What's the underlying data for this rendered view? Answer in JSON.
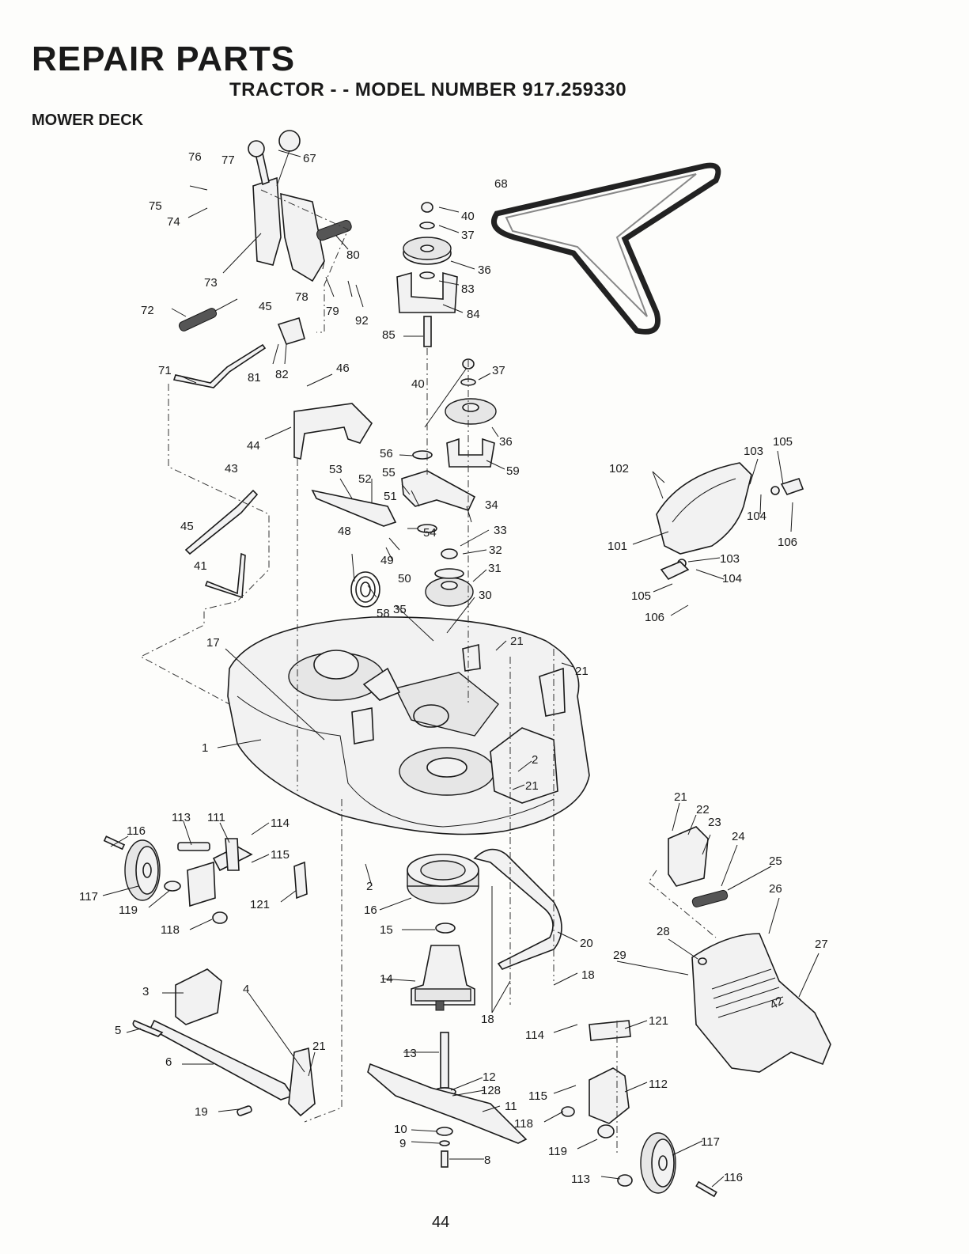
{
  "title": "REPAIR PARTS",
  "subtitle": "TRACTOR - - MODEL NUMBER 917.259330",
  "section": "MOWER DECK",
  "page_number": "44",
  "callouts": [
    "1",
    "2",
    "2",
    "3",
    "4",
    "5",
    "6",
    "8",
    "9",
    "10",
    "11",
    "12",
    "128",
    "13",
    "14",
    "15",
    "16",
    "17",
    "18",
    "18",
    "19",
    "20",
    "21",
    "21",
    "21",
    "21",
    "21",
    "21",
    "22",
    "23",
    "24",
    "25",
    "26",
    "27",
    "28",
    "29",
    "30",
    "31",
    "32",
    "33",
    "34",
    "35",
    "36",
    "36",
    "37",
    "37",
    "40",
    "40",
    "41",
    "43",
    "44",
    "45",
    "45",
    "46",
    "48",
    "49",
    "50",
    "51",
    "52",
    "53",
    "54",
    "55",
    "56",
    "58",
    "59",
    "67",
    "68",
    "71",
    "72",
    "73",
    "74",
    "75",
    "76",
    "77",
    "78",
    "79",
    "80",
    "81",
    "82",
    "83",
    "84",
    "85",
    "92",
    "101",
    "102",
    "103",
    "103",
    "104",
    "104",
    "105",
    "105",
    "106",
    "106",
    "111",
    "112",
    "113",
    "113",
    "114",
    "114",
    "115",
    "115",
    "116",
    "116",
    "117",
    "117",
    "118",
    "118",
    "119",
    "119",
    "121",
    "121"
  ],
  "deck_badge": "42"
}
